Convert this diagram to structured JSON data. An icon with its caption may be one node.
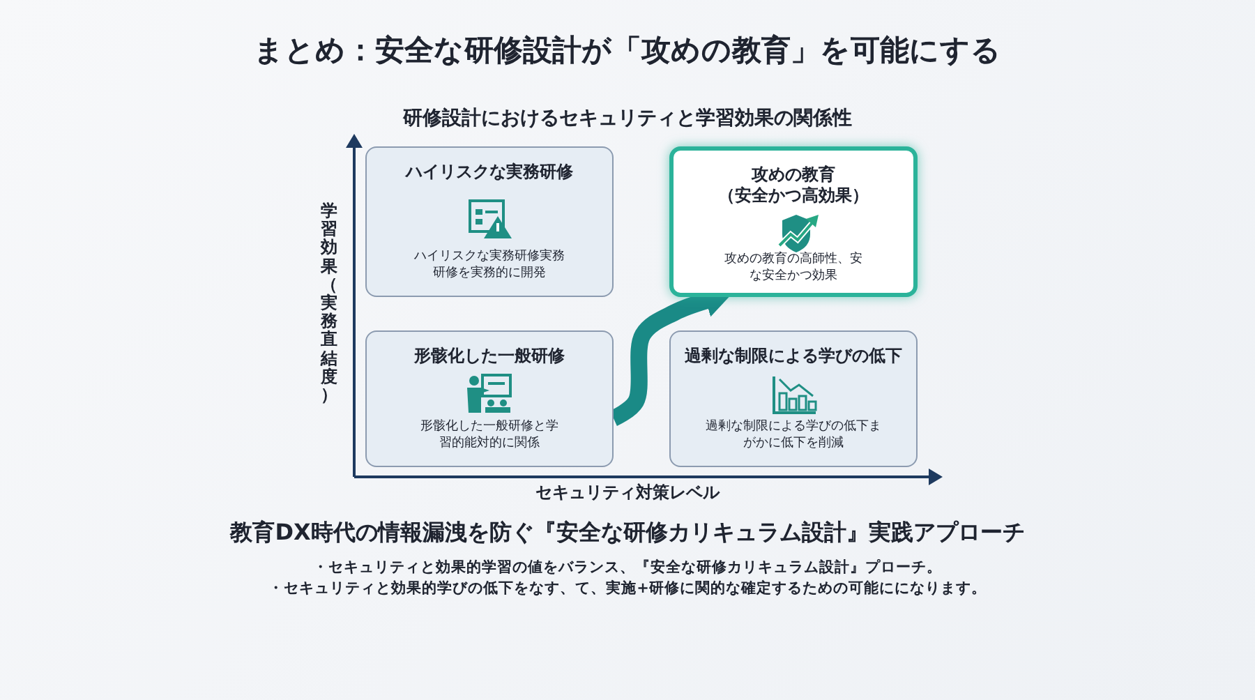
{
  "diagram": {
    "title": "まとめ：安全な研修設計が「攻めの教育」を可能にする",
    "nodes": [
      {
        "text": [
          "ハイリスクな実務研修",
          "ハイリスクな実務研修実務研修を実務的に開発"
        ]
      },
      {
        "text": [
          "攻めの教育",
          "（安全かつ高効果）",
          "攻めの教育の高師性、安な安全かつ効果"
        ]
      },
      {
        "text": [
          "形骸化した一般研修",
          "形骸化した一般研修と学習的能対的に関係"
        ]
      },
      {
        "text": [
          "過剰な制限による学びの低下",
          "過剰な制限による学びの低下まがかに低下を削減"
        ]
      }
    ],
    "edges": [
      {
        "from": 2,
        "to": 1,
        "arrow": "to"
      }
    ],
    "labels": [
      "研修設計におけるセキュリティと学習効果の関係性",
      "学習効果（実務直結度）",
      "セキュリティ対策レベル",
      "教育DX時代の情報漏洩を防ぐ『安全な研修カリキュラム設計』実践アプローチ",
      "・セキュリティと効果的学習の値をバランス、『安全な研修カリキュラム設計』プローチ。",
      "・セキュリティと効果的学びの低下をなす、て、実施+研修に関的な確定するための可能にになります。"
    ]
  }
}
